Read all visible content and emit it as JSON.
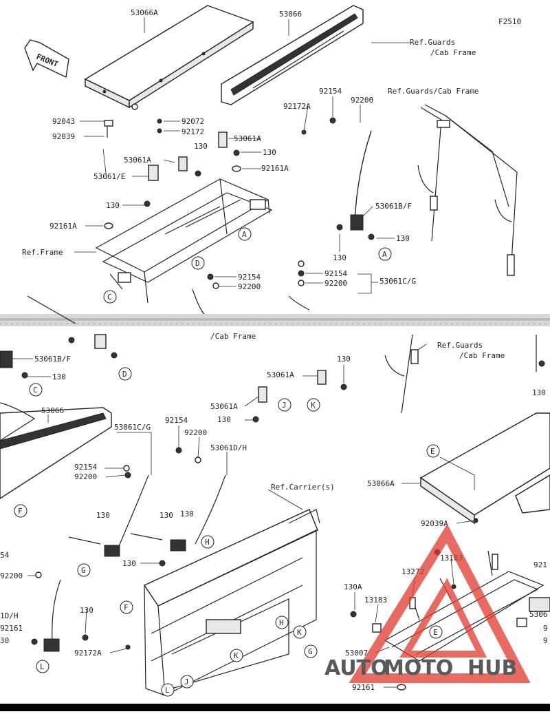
{
  "figure_code": "F2510",
  "front_label": "FRONT",
  "watermark": {
    "part1": "AUTO",
    "part2": "MOTO",
    "part3": "HUB",
    "color_orange": "#f5a623",
    "color_red": "#e03a2f",
    "color_dark": "#333333"
  },
  "labels": {
    "l01": "53066A",
    "l02": "53066",
    "l03": "Ref.Guards",
    "l04": "/Cab Frame",
    "l05": "92154",
    "l06": "92200",
    "l07": "Ref.Guards/Cab Frame",
    "l08": "92172A",
    "l09": "92043",
    "l10": "92072",
    "l11": "92039",
    "l12": "92172",
    "l13": "53061A",
    "l14": "130",
    "l15": "53061A",
    "l16": "130",
    "l17": "130",
    "l18": "92161A",
    "l19": "53061/E",
    "l20": "130",
    "l21": "53061B/F",
    "l22": "92161A",
    "l23": "130",
    "l24": "Ref.Frame",
    "l25": "130",
    "l26": "92154",
    "l27": "92200",
    "l28": "92154",
    "l29": "92200",
    "l30": "53061C/G",
    "l31": "53061B/F",
    "l32": "130",
    "l33": "Ref.Guards",
    "l34": "/Cab Frame",
    "l35": "130",
    "l36": "53061A",
    "l37": "130",
    "l38": "53061A",
    "l39": "53066",
    "l40": "53061C/G",
    "l41": "92154",
    "l42": "130",
    "l43": "92200",
    "l44": "53061D/H",
    "l45": "92154",
    "l46": "92200",
    "l47": "Ref.Carrier(s)",
    "l48": "130",
    "l49": "130",
    "l50": "130",
    "l51": "130",
    "l52": "54",
    "l53": "92200",
    "l54": "130",
    "l55": "1D/H",
    "l56": "92161",
    "l57": "30",
    "l58": "92172A",
    "l59": "53066A",
    "l60": "92039A",
    "l61": "13183",
    "l62": "13272",
    "l63": "130A",
    "l64": "13183",
    "l65": "53007",
    "l66": "92161",
    "l67": "921",
    "l68": "5306",
    "l69": "9",
    "l70": "9",
    "l71": "/Cab Frame"
  },
  "callouts": {
    "c01": "A",
    "c02": "A",
    "c03": "D",
    "c04": "C",
    "c05": "D",
    "c06": "C",
    "c07": "K",
    "c08": "J",
    "c09": "F",
    "c10": "G",
    "c11": "H",
    "c12": "F",
    "c13": "H",
    "c14": "K",
    "c15": "G",
    "c16": "K",
    "c17": "J",
    "c18": "L",
    "c19": "L",
    "c20": "E",
    "c21": "E"
  }
}
